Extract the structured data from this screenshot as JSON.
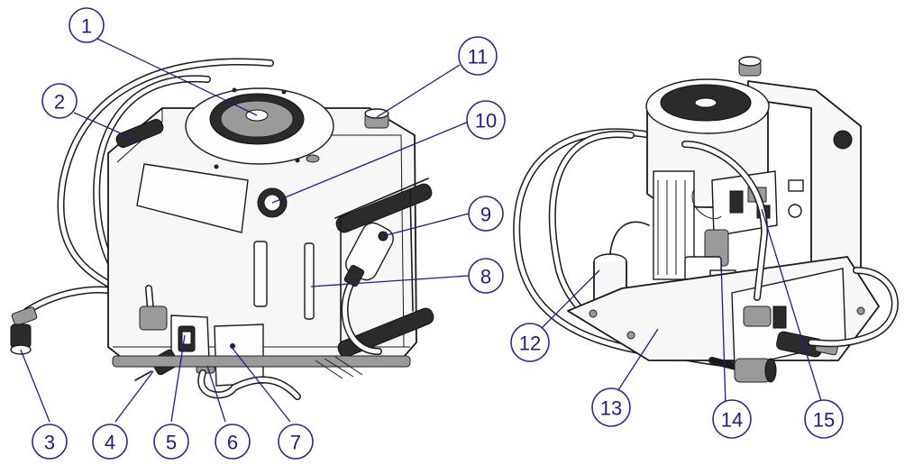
{
  "callouts": [
    {
      "id": "1",
      "label": "1"
    },
    {
      "id": "2",
      "label": "2"
    },
    {
      "id": "3",
      "label": "3"
    },
    {
      "id": "4",
      "label": "4"
    },
    {
      "id": "5",
      "label": "5"
    },
    {
      "id": "6",
      "label": "6"
    },
    {
      "id": "7",
      "label": "7"
    },
    {
      "id": "8",
      "label": "8"
    },
    {
      "id": "9",
      "label": "9"
    },
    {
      "id": "10",
      "label": "10"
    },
    {
      "id": "11",
      "label": "11"
    },
    {
      "id": "12",
      "label": "12"
    },
    {
      "id": "13",
      "label": "13"
    },
    {
      "id": "14",
      "label": "14"
    },
    {
      "id": "15",
      "label": "15"
    }
  ],
  "colors": {
    "callout_text": "#1d1d86",
    "callout_stroke": "#2a2a8c",
    "line_art": "#1a1a1a",
    "background": "#ffffff"
  }
}
